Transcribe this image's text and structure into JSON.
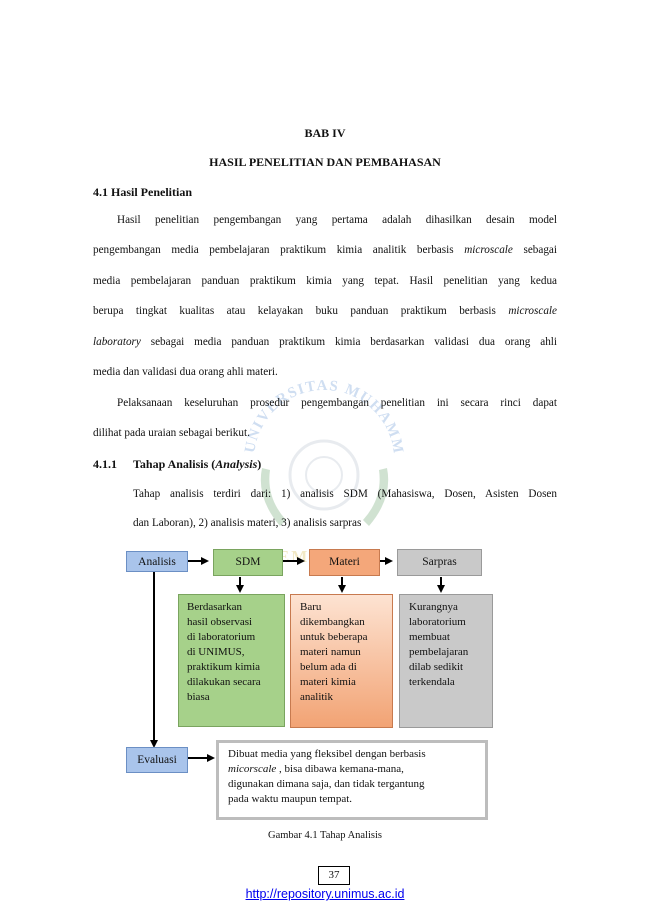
{
  "chapter": "BAB IV",
  "chapter_title": "HASIL PENELITIAN DAN PEMBAHASAN",
  "section_title": "4.1 Hasil Penelitian",
  "paragraph1": {
    "l1": "Hasil penelitian pengembangan yang pertama adalah dihasilkan desain model",
    "l2a": "pengembangan media pembelajaran praktikum kimia analitik berbasis ",
    "l2b": "microscale",
    "l2c": " sebagai",
    "l3": "media pembelajaran panduan praktikum kimia yang tepat. Hasil penelitian yang kedua",
    "l4a": "berupa tingkat kualitas atau kelayakan buku panduan praktikum berbasis ",
    "l4b": "microscale",
    "l5a": "laboratory",
    "l5b": " sebagai media panduan praktikum kimia berdasarkan validasi dua orang ahli",
    "l6": "media dan validasi dua orang ahli materi."
  },
  "paragraph2": {
    "l1": "Pelaksanaan keseluruhan prosedur pengembangan penelitian ini secara rinci dapat",
    "l2": "dilihat pada uraian sebagai berikut."
  },
  "subsection": {
    "number": "4.1.1",
    "title_a": "Tahap Analisis (",
    "title_b": "Analysis",
    "title_c": ")"
  },
  "paragraph3": {
    "l1": "Tahap analisis terdiri dari: 1) analisis SDM (Mahasiswa, Dosen, Asisten Dosen",
    "l2": "dan Laboran), 2) analisis materi, 3) analisis sarpras"
  },
  "diagram": {
    "analisis": "Analisis",
    "sdm": "SDM",
    "materi": "Materi",
    "sarpras": "Sarpras",
    "evaluasi": "Evaluasi",
    "sdm_detail": [
      "Berdasarkan",
      "hasil observasi",
      "di laboratorium",
      "di UNIMUS,",
      "praktikum kimia",
      "dilakukan secara",
      "biasa"
    ],
    "materi_detail": [
      "Baru",
      "dikembangkan",
      "untuk beberapa",
      "materi namun",
      "belum ada di",
      "materi kimia",
      "analitik"
    ],
    "sarpras_detail": [
      "Kurangnya",
      "laboratorium",
      "membuat",
      "pembelajaran",
      "dilab sedikit",
      "terkendala"
    ],
    "evaluasi_detail_a": "Dibuat media yang fleksibel dengan berbasis",
    "evaluasi_detail_b": "micorscale",
    "evaluasi_detail_c": " , bisa dibawa kemana-mana,",
    "evaluasi_detail_d": "digunakan dimana saja, dan tidak tergantung",
    "evaluasi_detail_e": "pada waktu maupun tempat."
  },
  "caption": "Gambar 4.1 Tahap Analisis",
  "page_number": "37",
  "footer_link": "http://repository.unimus.ac.id",
  "watermark_text": "UNIVERSITAS MUHAMMADIYAH SEMARANG",
  "colors": {
    "blue_box": "#a9c4eb",
    "green_box": "#a6d18a",
    "orange_box": "#f4a77a",
    "gray_box": "#c9c9c9",
    "link": "#0000ee"
  }
}
